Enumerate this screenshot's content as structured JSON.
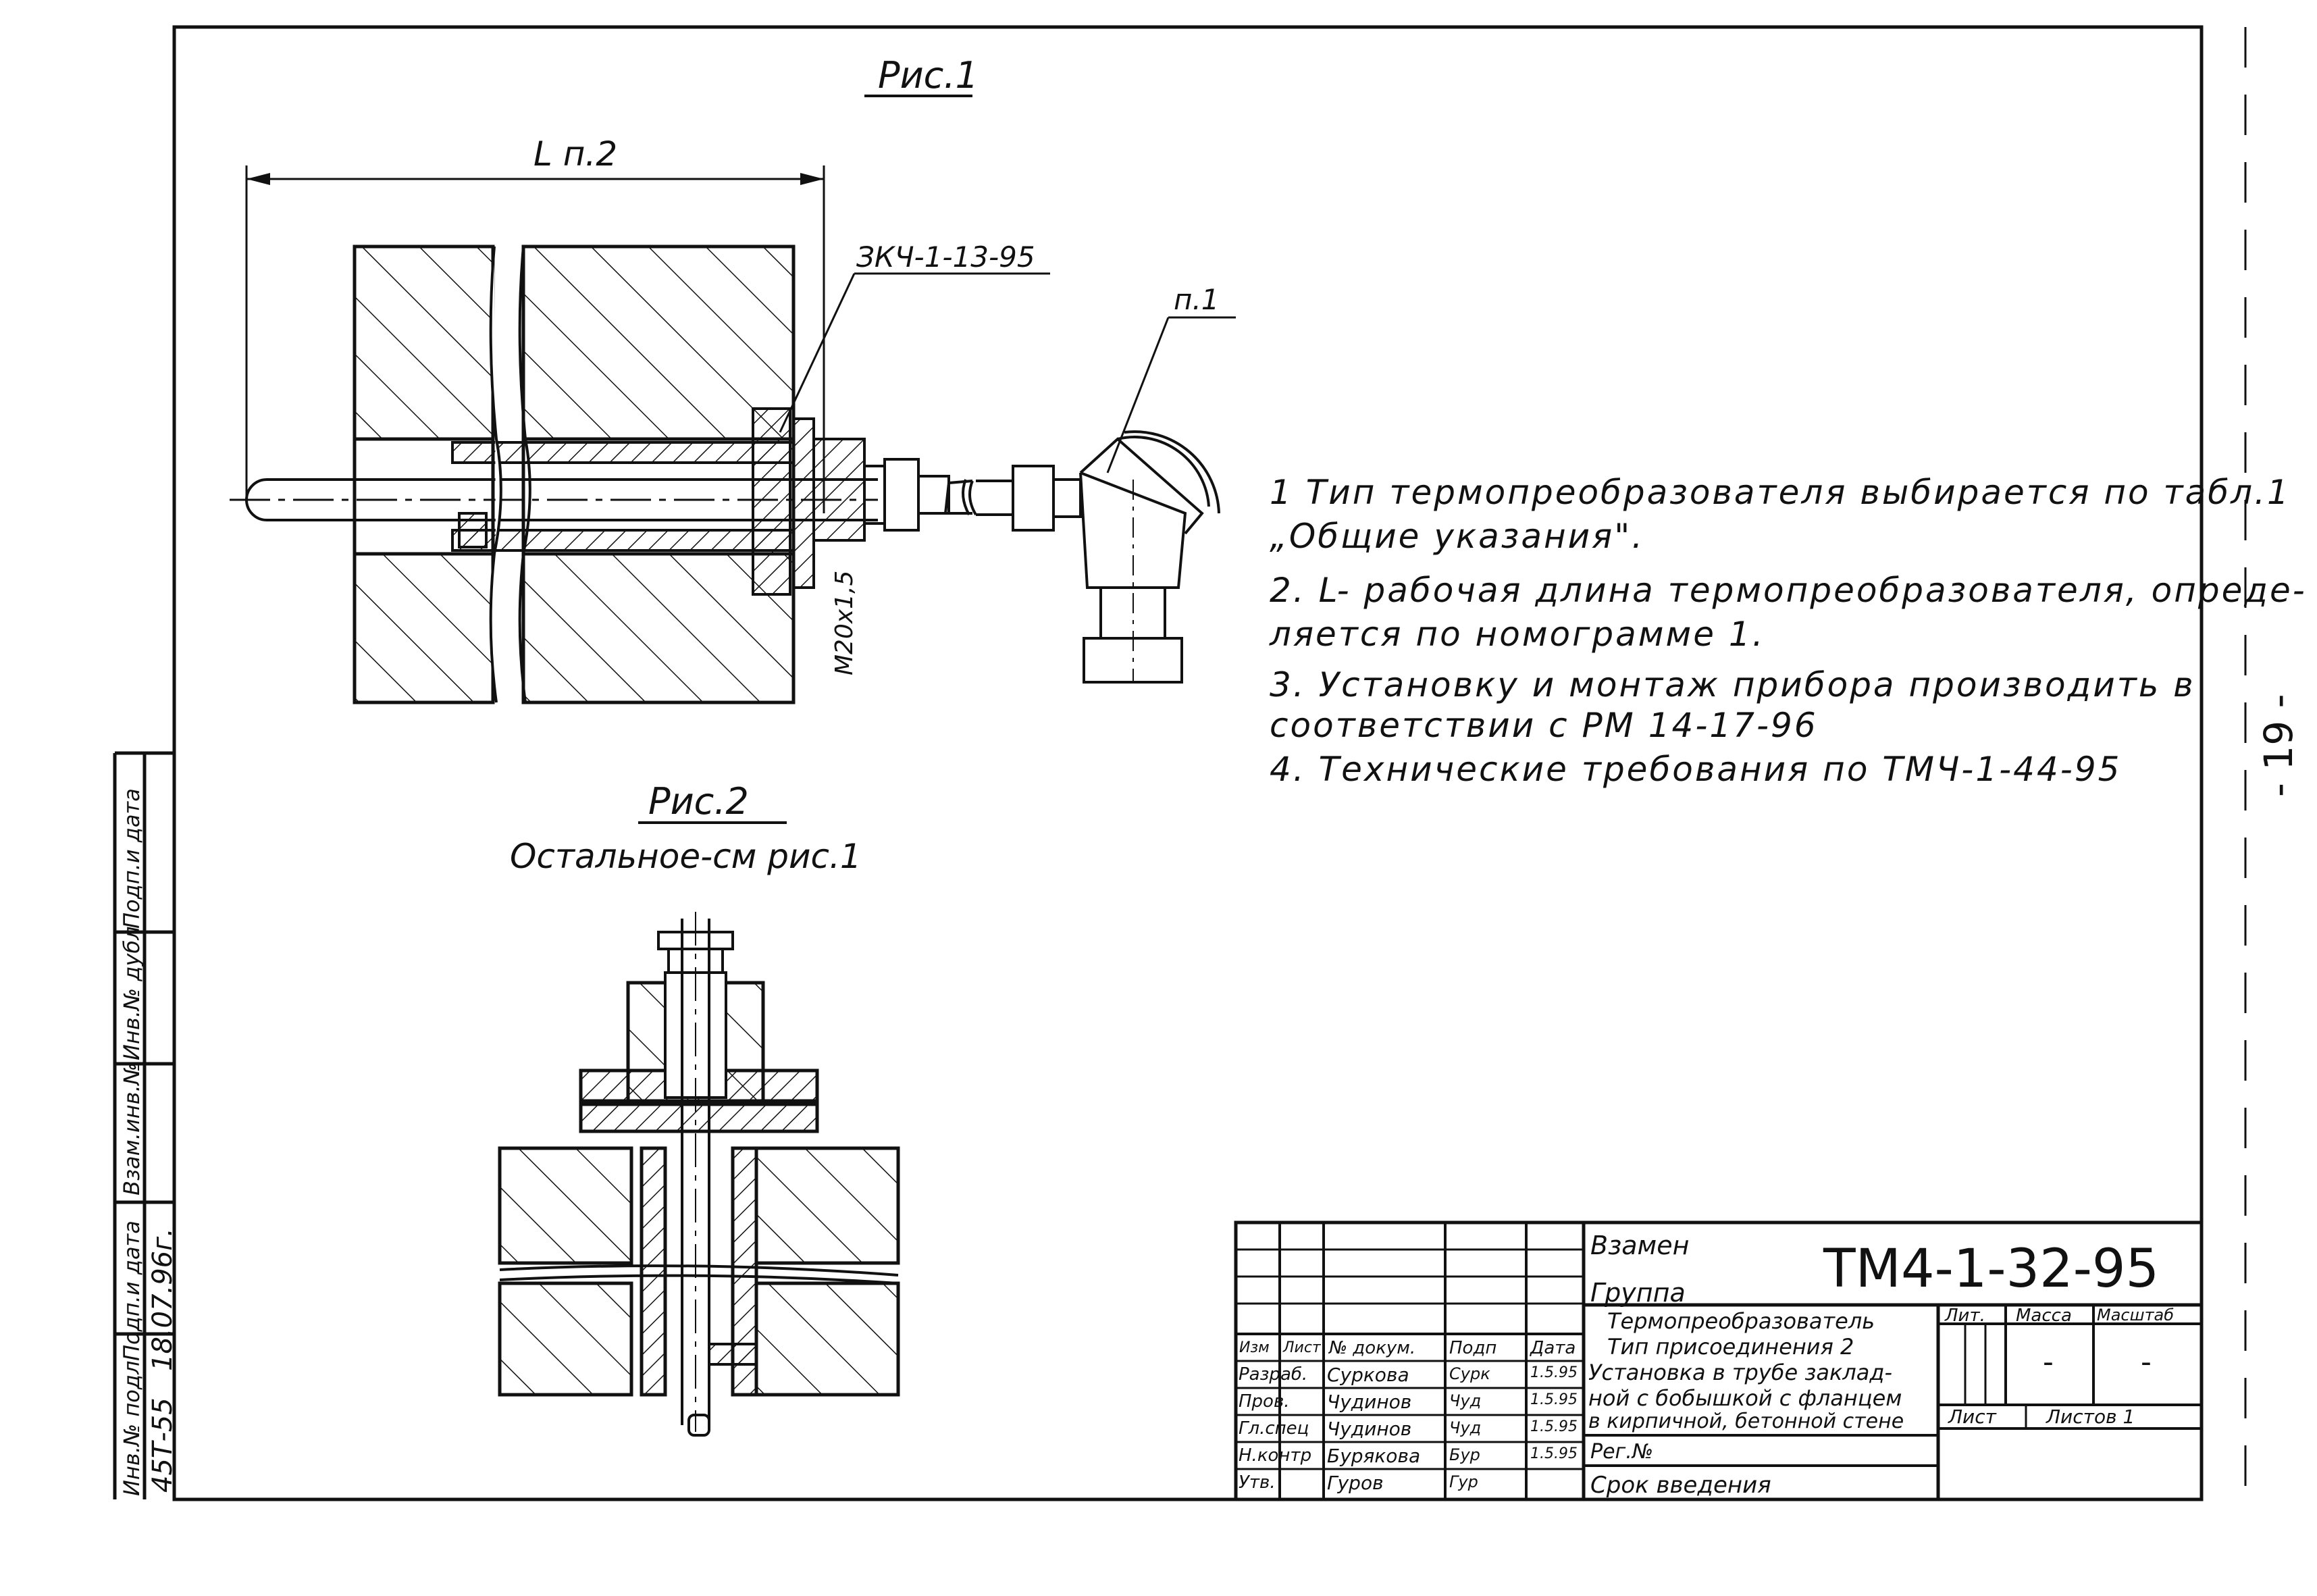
{
  "figures": {
    "fig1_title": "Рис.1",
    "fig1_dim": "L п.2",
    "fig1_ref_zku": "ЗКЧ-1-13-95",
    "fig1_ref_p1": "п.1",
    "fig1_thread": "М20х1,5",
    "fig2_title": "Рис.2",
    "fig2_subtitle": "Остальное-см рис.1"
  },
  "notes": [
    "1 Тип термопреобразователя выбирается по табл.1",
    "„Общие указания\".",
    "2. L- рабочая длина термопреобразователя, опреде-",
    "ляется по номограмме 1.",
    "3. Установку и монтаж прибора производить в",
    "соответствии с РМ 14-17-96",
    "4. Технические требования по ТМЧ-1-44-95"
  ],
  "page_number": "- 19 -",
  "left_strip": {
    "labels": [
      "Инв.№ подл",
      "Подп.и дата",
      "Взам.инв.№",
      "Инв.№ дубл",
      "Подп.и дата"
    ],
    "values": [
      "45Т-55",
      "18.07.96г."
    ]
  },
  "title_block": {
    "replaces_label": "Взамен",
    "group_label": "Группа",
    "designation": "ТМ4-1-32-95",
    "title_lines": [
      "Термопреобразователь",
      "Тип присоединения 2",
      "Установка в трубе заклад-",
      "ной с бобышкой с фланцем",
      "в кирпичной, бетонной стене"
    ],
    "col_headers": [
      "Изм",
      "Лист",
      "№ докум.",
      "Подп",
      "Дата"
    ],
    "rows": [
      {
        "role": "Разраб.",
        "name": "Суркова",
        "sign": "Сурк",
        "date": "1.5.95"
      },
      {
        "role": "Пров.",
        "name": "Чудинов",
        "sign": "Чуд",
        "date": "1.5.95"
      },
      {
        "role": "Гл.спец",
        "name": "Чудинов",
        "sign": "Чуд",
        "date": "1.5.95"
      },
      {
        "role": "Н.контр",
        "name": "Бурякова",
        "sign": "Бур",
        "date": "1.5.95"
      },
      {
        "role": "Утв.",
        "name": "Гуров",
        "sign": "Гур",
        "date": ""
      }
    ],
    "lit_label": "Лит.",
    "mass_label": "Масса",
    "scale_label": "Масштаб",
    "mass_value": "-",
    "scale_value": "-",
    "sheet_label": "Лист",
    "sheets_label": "Листов 1",
    "reg_label": "Рег.№",
    "intro_label": "Срок введения"
  }
}
